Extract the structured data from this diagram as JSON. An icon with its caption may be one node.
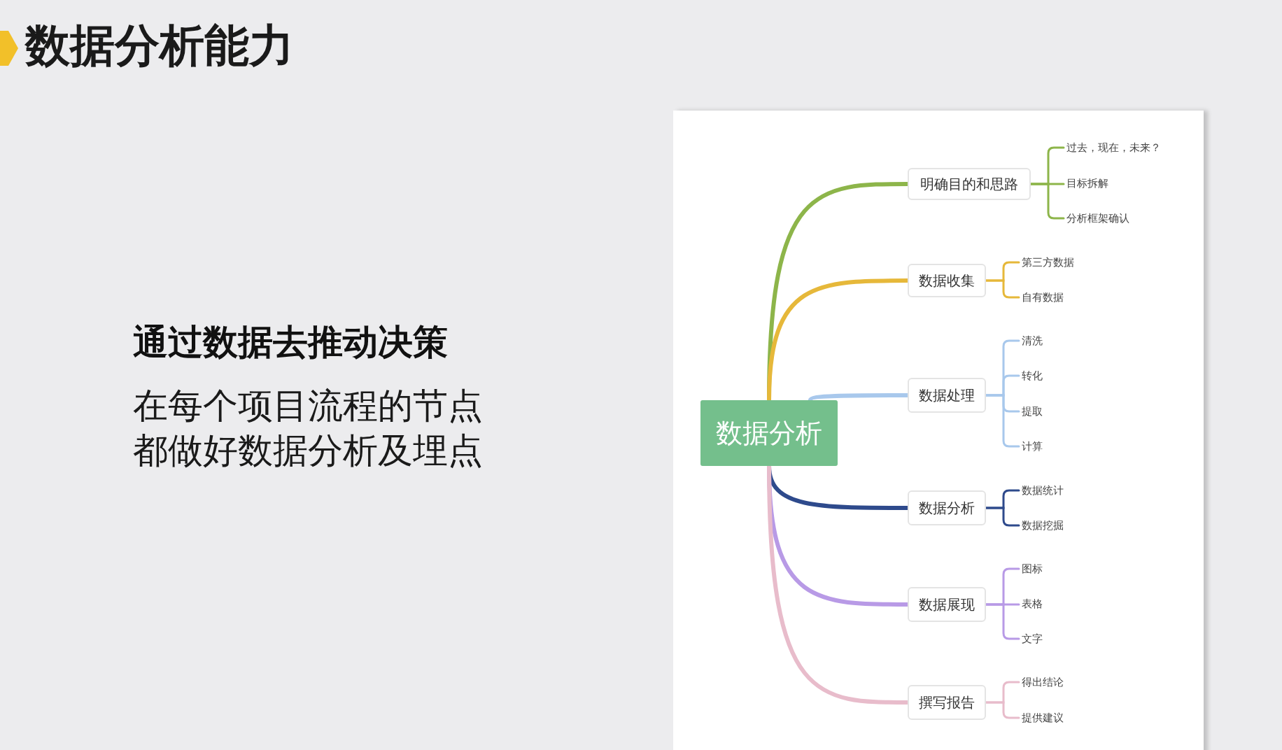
{
  "diagram": {
    "title": "数据分析能力",
    "nodes": [
      {
        "text": [
          "数据分析"
        ]
      },
      {
        "text": [
          "明确目的和思路"
        ]
      },
      {
        "text": [
          "过去，现在，未来？"
        ]
      },
      {
        "text": [
          "目标拆解"
        ]
      },
      {
        "text": [
          "分析框架确认"
        ]
      },
      {
        "text": [
          "数据收集"
        ]
      },
      {
        "text": [
          "第三方数据"
        ]
      },
      {
        "text": [
          "自有数据"
        ]
      },
      {
        "text": [
          "数据处理"
        ]
      },
      {
        "text": [
          "清洗"
        ]
      },
      {
        "text": [
          "转化"
        ]
      },
      {
        "text": [
          "提取"
        ]
      },
      {
        "text": [
          "计算"
        ]
      },
      {
        "text": [
          "数据分析"
        ]
      },
      {
        "text": [
          "数据统计"
        ]
      },
      {
        "text": [
          "数据挖掘"
        ]
      },
      {
        "text": [
          "数据展现"
        ]
      },
      {
        "text": [
          "图标"
        ]
      },
      {
        "text": [
          "表格"
        ]
      },
      {
        "text": [
          "文字"
        ]
      },
      {
        "text": [
          "撰写报告"
        ]
      },
      {
        "text": [
          "得出结论"
        ]
      },
      {
        "text": [
          "提供建议"
        ]
      }
    ],
    "edges": [
      {
        "from": 0,
        "to": 1,
        "arrow": "none",
        "style": "thick",
        "color": "#8db54a"
      },
      {
        "from": 1,
        "to": 2,
        "arrow": "none",
        "color": "#8db54a"
      },
      {
        "from": 1,
        "to": 3,
        "arrow": "none",
        "color": "#8db54a"
      },
      {
        "from": 1,
        "to": 4,
        "arrow": "none",
        "color": "#8db54a"
      },
      {
        "from": 0,
        "to": 5,
        "arrow": "none",
        "style": "thick",
        "color": "#e6b83a"
      },
      {
        "from": 5,
        "to": 6,
        "arrow": "none",
        "color": "#e6b83a"
      },
      {
        "from": 5,
        "to": 7,
        "arrow": "none",
        "color": "#e6b83a"
      },
      {
        "from": 0,
        "to": 8,
        "arrow": "none",
        "style": "thick",
        "color": "#a8c8ec"
      },
      {
        "from": 8,
        "to": 9,
        "arrow": "none",
        "color": "#a8c8ec"
      },
      {
        "from": 8,
        "to": 10,
        "arrow": "none",
        "color": "#a8c8ec"
      },
      {
        "from": 8,
        "to": 11,
        "arrow": "none",
        "color": "#a8c8ec"
      },
      {
        "from": 8,
        "to": 12,
        "arrow": "none",
        "color": "#a8c8ec"
      },
      {
        "from": 0,
        "to": 13,
        "arrow": "none",
        "style": "thick",
        "color": "#2e4a8c"
      },
      {
        "from": 13,
        "to": 14,
        "arrow": "none",
        "color": "#2e4a8c"
      },
      {
        "from": 13,
        "to": 15,
        "arrow": "none",
        "color": "#2e4a8c"
      },
      {
        "from": 0,
        "to": 16,
        "arrow": "none",
        "style": "thick",
        "color": "#b89ae6"
      },
      {
        "from": 16,
        "to": 17,
        "arrow": "none",
        "color": "#b89ae6"
      },
      {
        "from": 16,
        "to": 18,
        "arrow": "none",
        "color": "#b89ae6"
      },
      {
        "from": 16,
        "to": 19,
        "arrow": "none",
        "color": "#b89ae6"
      },
      {
        "from": 0,
        "to": 20,
        "arrow": "none",
        "style": "thick",
        "color": "#e8bccb"
      },
      {
        "from": 20,
        "to": 21,
        "arrow": "none",
        "color": "#e8bccb"
      },
      {
        "from": 20,
        "to": 22,
        "arrow": "none",
        "color": "#e8bccb"
      }
    ],
    "labels": [
      "通过数据去推动决策",
      "在每个项目流程的节点都做好数据分析及埋点"
    ]
  }
}
